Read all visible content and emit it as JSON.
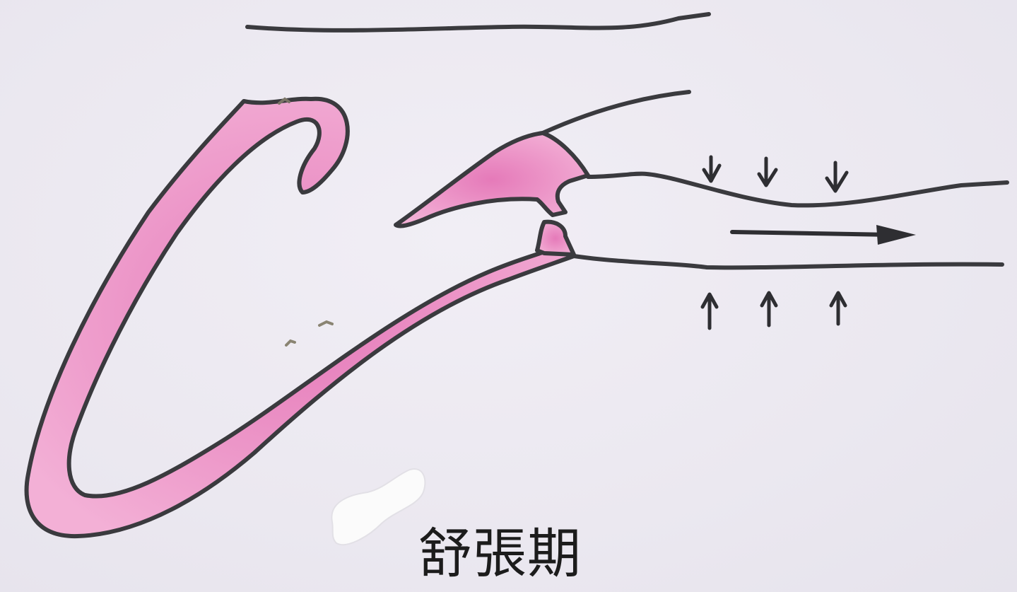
{
  "caption": "舒張期",
  "colors": {
    "paper": "#ece9f1",
    "outline": "#3a3a3e",
    "tissue_fill": "#ef9fce",
    "tissue_shade": "#e46fb3",
    "correction_fluid": "#fbfbfb"
  },
  "icons": {
    "flow_arrow": "arrow-right",
    "wall_arrows_top": "arrow-down",
    "wall_arrows_bottom": "arrow-up"
  }
}
